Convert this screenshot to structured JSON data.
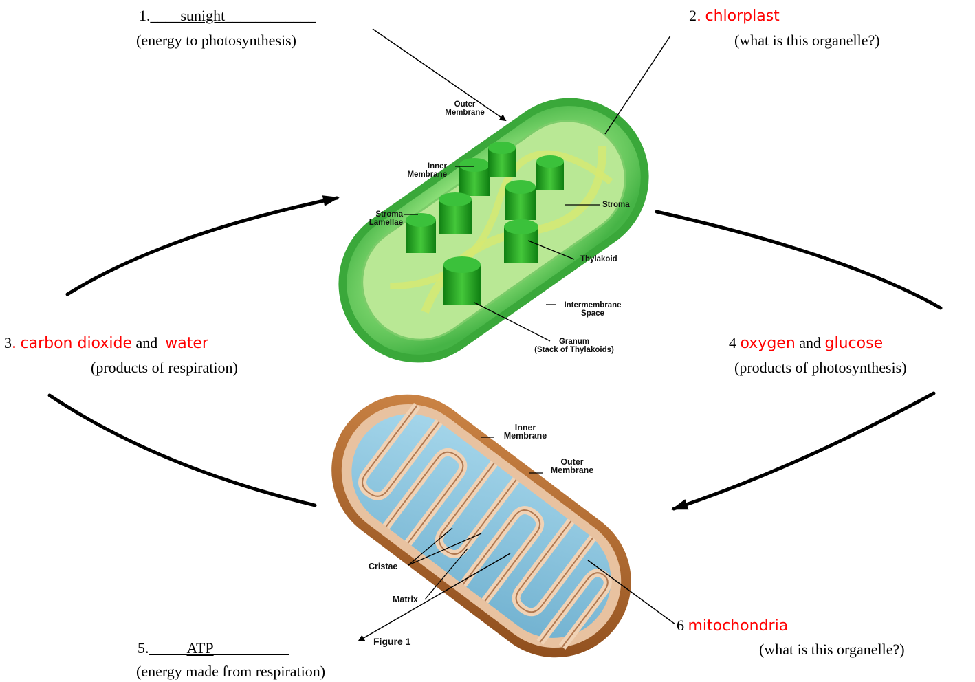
{
  "q1": {
    "num": "1.",
    "pre": "____",
    "answer": "sunight",
    "post": "____________",
    "hint": "(energy to photosynthesis)"
  },
  "q2": {
    "num": "2",
    "dot": ".",
    "answer": "chlorplast",
    "hint": "(what is this organelle?)"
  },
  "q3": {
    "num": "3",
    "dot": ".",
    "answer_a": "carbon dioxide",
    "and": "and",
    "answer_b": "water",
    "hint": "(products of respiration)"
  },
  "q4": {
    "num": "4",
    "answer_a": "oxygen",
    "and": "and",
    "answer_b": "glucose",
    "hint": "(products of photosynthesis)"
  },
  "q5": {
    "num": "5.",
    "pre": "_____",
    "answer": "ATP",
    "post": "__________",
    "hint": "(energy made from respiration)"
  },
  "q6": {
    "num": "6",
    "answer": "mitochondria",
    "hint": "(what is this organelle?)"
  },
  "chloroplast_labels": {
    "outer_membrane": "Outer Membrane",
    "inner_membrane": "Inner Membrane",
    "stroma_lamellae": "Stroma Lamellae",
    "stroma": "Stroma",
    "thylakoid": "Thylakoid",
    "intermembrane_space": "Intermembrane Space",
    "granum": "Granum",
    "granum_sub": "(Stack of Thylakoids)"
  },
  "mito_labels": {
    "inner_membrane": "Inner Membrane",
    "outer_membrane": "Outer Membrane",
    "cristae": "Cristae",
    "matrix": "Matrix",
    "figure": "Figure 1"
  },
  "colors": {
    "answer": "#ff0000",
    "chloroplast": "#5fd35f",
    "granum": "#27a827",
    "mito_outer": "#b8692c",
    "matrix": "#8ec6df"
  }
}
